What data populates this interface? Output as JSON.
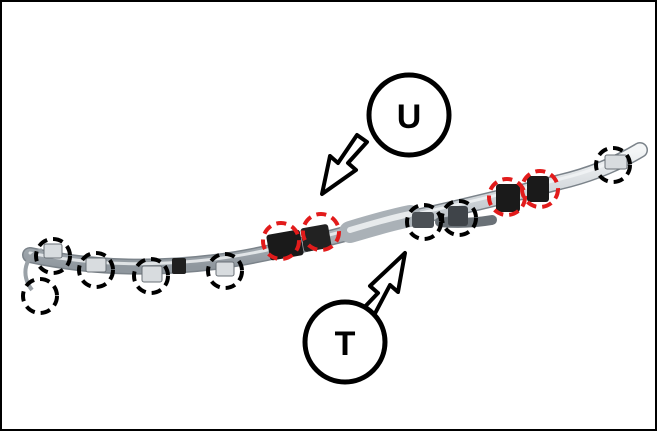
{
  "diagram": {
    "callouts": [
      {
        "id": "U",
        "label": "U",
        "arrow_direction": "down-left"
      },
      {
        "id": "T",
        "label": "T",
        "arrow_direction": "up-right"
      }
    ],
    "marker_colors": {
      "black": "#000000",
      "red": "#e21b1b"
    },
    "harness": {
      "main_color": "#c9ced2",
      "highlight_color": "#eef1f3",
      "connector_color": "#1a1a1a"
    }
  }
}
